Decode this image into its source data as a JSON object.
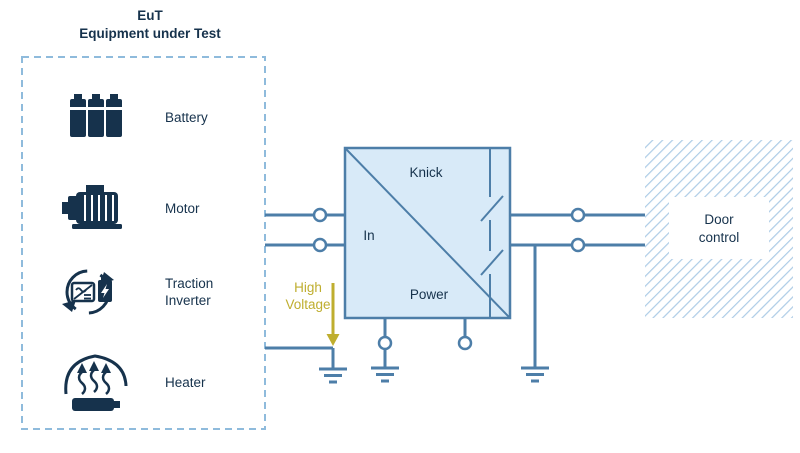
{
  "eut": {
    "title": "EuT",
    "subtitle": "Equipment under Test",
    "items": {
      "battery": "Battery",
      "motor": "Motor",
      "traction_line1": "Traction",
      "traction_line2": "Inverter",
      "heater": "Heater"
    }
  },
  "device": {
    "brand": "Knick",
    "input_label": "In",
    "power_label": "Power"
  },
  "high_voltage": {
    "line1": "High",
    "line2": "Voltage"
  },
  "door_control": {
    "line1": "Door",
    "line2": "control"
  },
  "colors": {
    "wire_blue": "#4d7ea8",
    "navy_ink": "#16324c",
    "device_fill": "#d8eaf8",
    "dashed_border_blue": "#8fbbdc",
    "hatch_blue": "#adcce6",
    "high_voltage_yellow": "#bfae2f"
  }
}
